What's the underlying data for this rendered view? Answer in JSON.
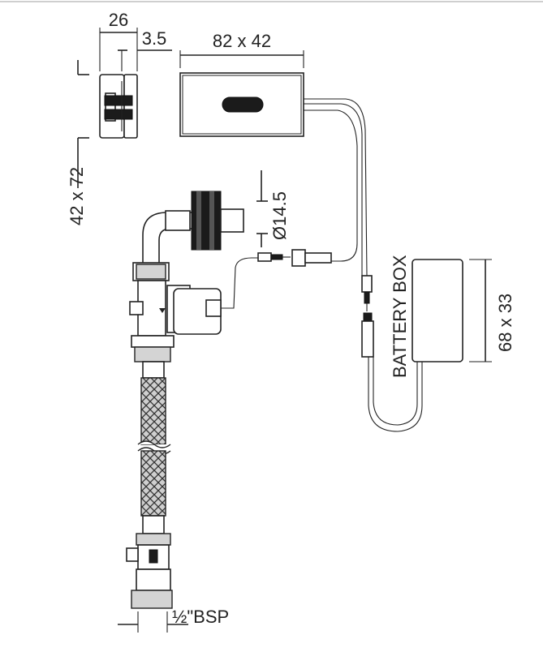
{
  "dimensions": {
    "cover_depth": "26",
    "cover_offset": "3.5",
    "sensor_size": "82 x 42",
    "cover_size": "42 x 72",
    "pipe_diameter": "Ø14.5",
    "battery_size": "68 x 33",
    "thread": "½\"BSP"
  },
  "labels": {
    "battery_box": "BATTERY BOX"
  }
}
